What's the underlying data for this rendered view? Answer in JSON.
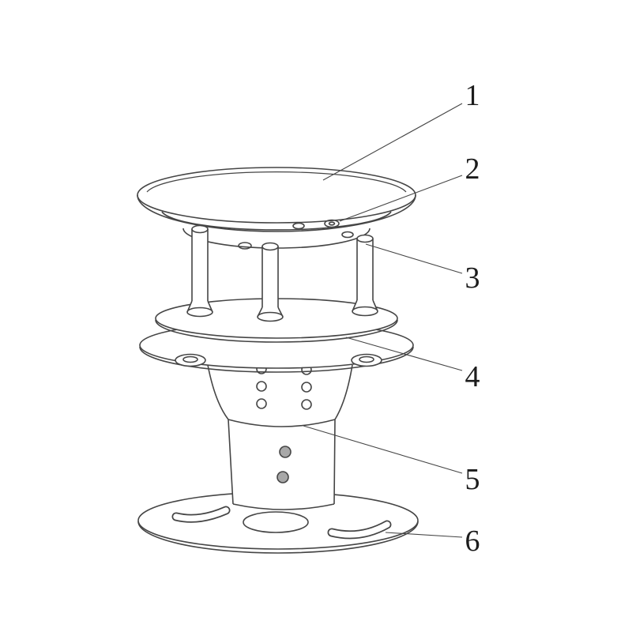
{
  "figure": {
    "background_color": "#ffffff",
    "line_color": "#454545",
    "label_color": "#1c1c1c",
    "callouts": [
      {
        "label": "1"
      },
      {
        "label": "2"
      },
      {
        "label": "3"
      },
      {
        "label": "4"
      },
      {
        "label": "5"
      },
      {
        "label": "6"
      }
    ]
  }
}
